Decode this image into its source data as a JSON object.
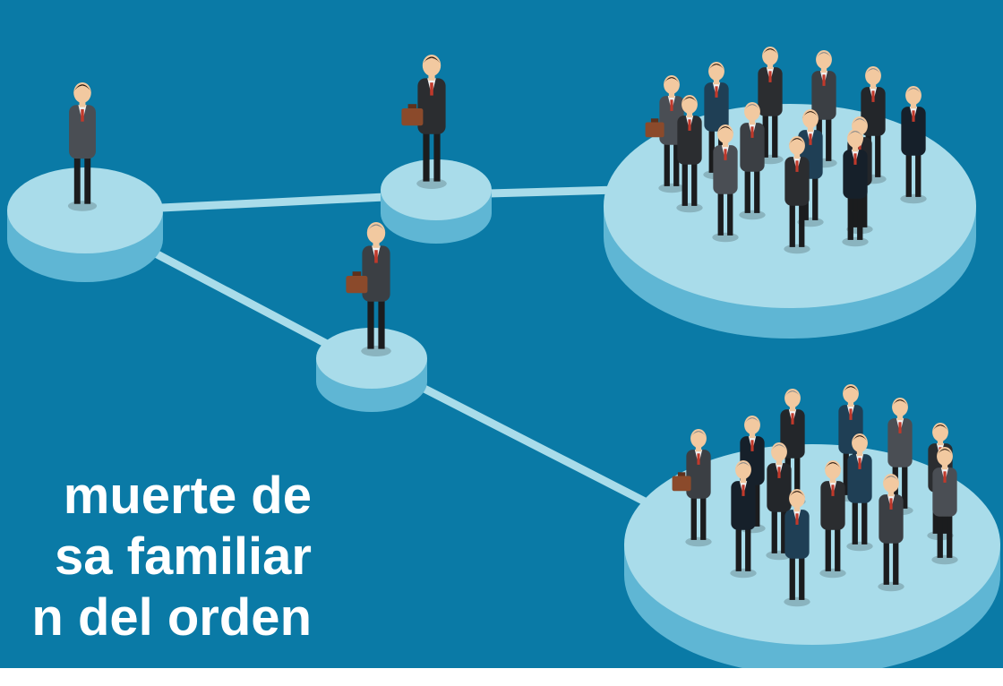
{
  "headline": {
    "lines": [
      "muerte de",
      "sa familiar",
      "n del orden"
    ]
  },
  "colors": {
    "background": "#0a7aa6",
    "platform_top": "#a9dcea",
    "platform_side": "#5fb6d4",
    "connector": "#a9dcea",
    "headline_text": "#ffffff"
  },
  "scene": {
    "platforms": [
      {
        "name": "platform-founder",
        "figures": 1
      },
      {
        "name": "platform-heir-top",
        "figures": 1
      },
      {
        "name": "platform-heir-bottom",
        "figures": 1
      },
      {
        "name": "platform-group-top",
        "figures": 13
      },
      {
        "name": "platform-group-bottom",
        "figures": 13
      }
    ]
  }
}
